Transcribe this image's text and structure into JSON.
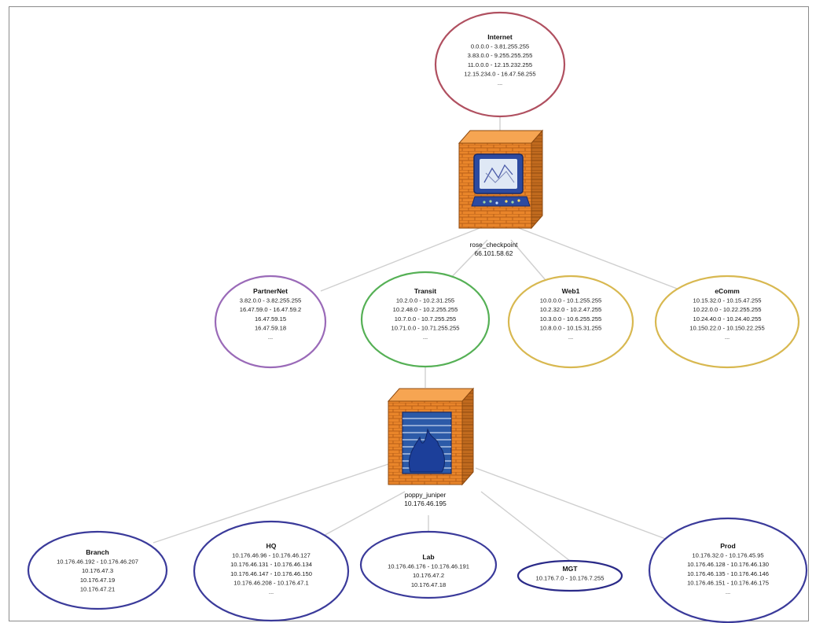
{
  "firewalls": {
    "top": {
      "name": "rose_checkpoint",
      "ip": "66.101.58.62",
      "icon": "firewall-monitor-icon"
    },
    "bottom": {
      "name": "poppy_juniper",
      "ip": "10.176.46.195",
      "icon": "firewall-flame-icon"
    }
  },
  "zones": {
    "internet": {
      "title": "Internet",
      "color": "#b05060",
      "lines": [
        "0.0.0.0 - 3.81.255.255",
        "3.83.0.0 - 9.255.255.255",
        "11.0.0.0 - 12.15.232.255",
        "12.15.234.0 - 16.47.58.255",
        "..."
      ]
    },
    "partnernet": {
      "title": "PartnerNet",
      "color": "#9a6ab8",
      "lines": [
        "3.82.0.0 - 3.82.255.255",
        "16.47.59.0 - 16.47.59.2",
        "16.47.59.15",
        "16.47.59.18",
        "..."
      ]
    },
    "transit": {
      "title": "Transit",
      "color": "#55b055",
      "lines": [
        "10.2.0.0 - 10.2.31.255",
        "10.2.48.0 - 10.2.255.255",
        "10.7.0.0 - 10.7.255.255",
        "10.71.0.0 - 10.71.255.255",
        "..."
      ]
    },
    "web": {
      "title": "Web1",
      "color": "#d8b850",
      "lines": [
        "10.0.0.0 - 10.1.255.255",
        "10.2.32.0 - 10.2.47.255",
        "10.3.0.0 - 10.6.255.255",
        "10.8.0.0 - 10.15.31.255",
        "..."
      ]
    },
    "ecomm": {
      "title": "eComm",
      "color": "#d8b850",
      "lines": [
        "10.15.32.0 - 10.15.47.255",
        "10.22.0.0 - 10.22.255.255",
        "10.24.40.0 - 10.24.40.255",
        "10.150.22.0 - 10.150.22.255",
        "..."
      ]
    },
    "branch": {
      "title": "Branch",
      "color": "#3a3a9a",
      "lines": [
        "10.176.46.192 - 10.176.46.207",
        "10.176.47.3",
        "10.176.47.19",
        "10.176.47.21"
      ]
    },
    "hq": {
      "title": "HQ",
      "color": "#3a3a9a",
      "lines": [
        "10.176.46.96 - 10.176.46.127",
        "10.176.46.131 - 10.176.46.134",
        "10.176.46.147 - 10.176.46.150",
        "10.176.46.208 - 10.176.47.1",
        "..."
      ]
    },
    "lab": {
      "title": "Lab",
      "color": "#3a3a9a",
      "lines": [
        "10.176.46.176 - 10.176.46.191",
        "10.176.47.2",
        "10.176.47.18"
      ]
    },
    "mgt": {
      "title": "MGT",
      "color": "#2a2a88",
      "lines": [
        "10.176.7.0 - 10.176.7.255"
      ]
    },
    "prod": {
      "title": "Prod",
      "color": "#3a3a9a",
      "lines": [
        "10.176.32.0 - 10.176.45.95",
        "10.176.46.128 - 10.176.46.130",
        "10.176.46.135 - 10.176.46.146",
        "10.176.46.151 - 10.176.46.175",
        "..."
      ]
    }
  }
}
